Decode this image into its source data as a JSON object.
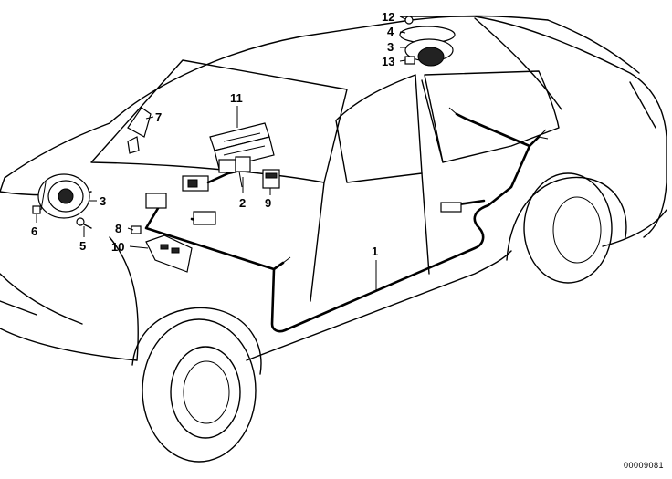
{
  "callouts": {
    "c1": "1",
    "c2": "2",
    "c3_front": "3",
    "c3_rear": "3",
    "c4": "4",
    "c5": "5",
    "c6": "6",
    "c7": "7",
    "c8": "8",
    "c9": "9",
    "c10": "10",
    "c11": "11",
    "c12": "12",
    "c13": "13"
  },
  "drawing_number": "00009081"
}
